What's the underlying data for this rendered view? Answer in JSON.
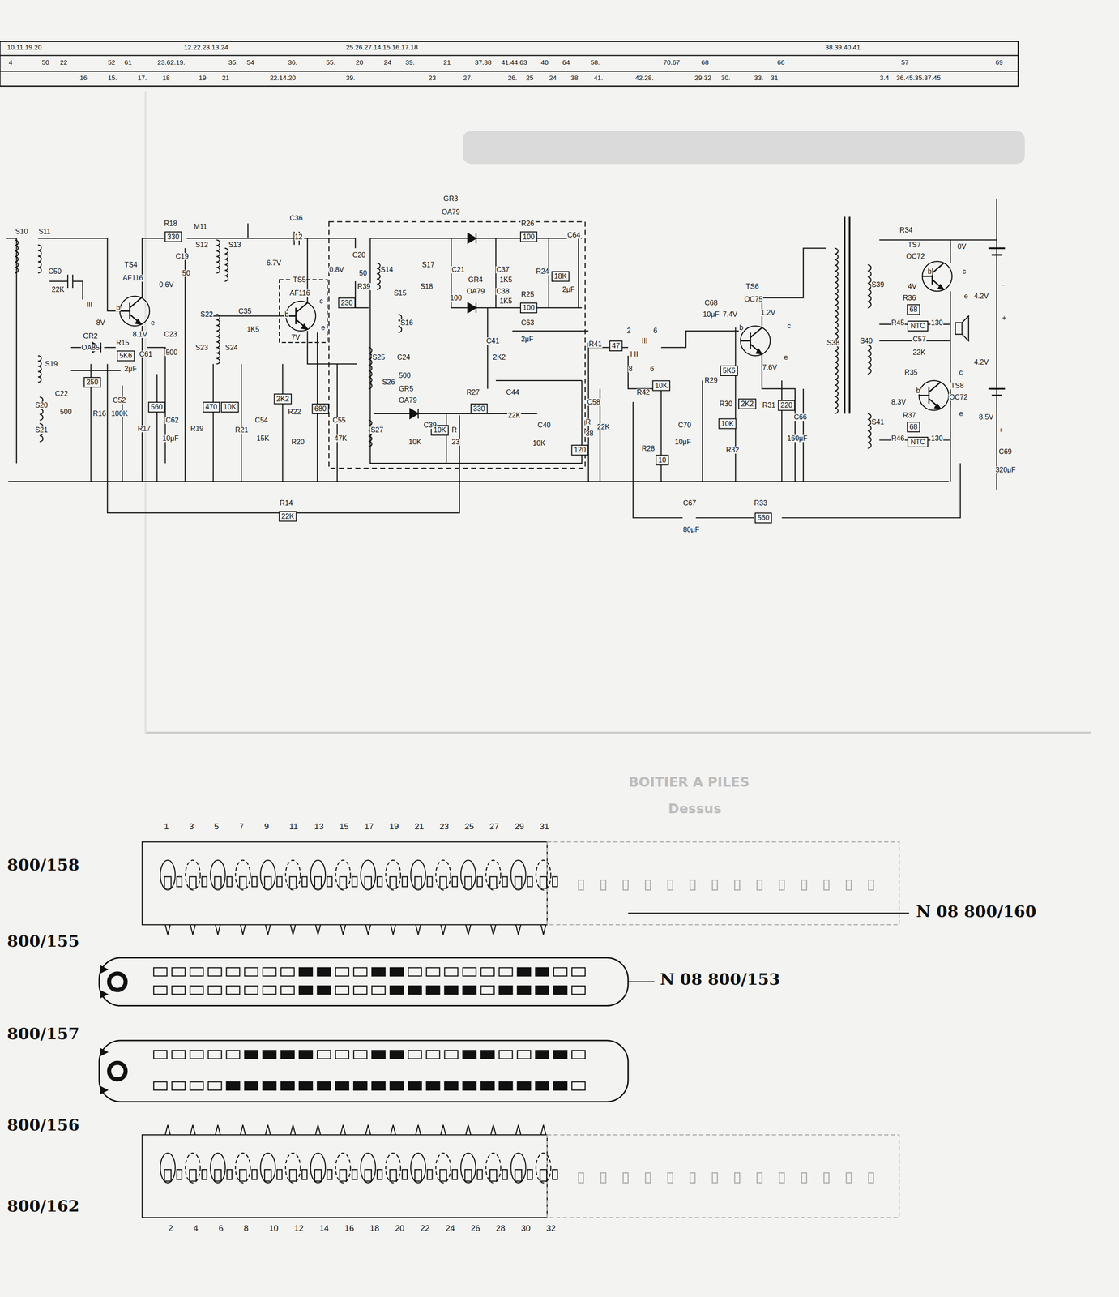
{
  "diagram": {
    "nodes": [
      {
        "text": [
          "NTC"
        ]
      },
      {
        "text": [
          "NTC"
        ]
      }
    ],
    "labels": [
      "10.11.19.20",
      "12.22.23.13.24",
      "25.26.27.14.15.16.17.18",
      "38.39.40.41",
      "4",
      "50",
      "22",
      "52",
      "61",
      "23.62.19.",
      "35.",
      "54",
      "36.",
      "55.",
      "20",
      "24",
      "39.",
      "21",
      "37.38",
      "41.44.63",
      "40",
      "64",
      "58.",
      "70.67",
      "68",
      "66",
      "57",
      "69",
      "16",
      "15.",
      "17.",
      "18",
      "19",
      "21",
      "22.14.20",
      "39.",
      "23",
      "27.",
      "26.",
      "25",
      "24",
      "38",
      "41.",
      "42.28.",
      "29.32",
      "30.",
      "33.",
      "31",
      "3.4",
      "36.45.35.37.45",
      "S10",
      "S11",
      "C50",
      "22K",
      "III",
      "TS4",
      "AF116",
      "0.6V",
      "b",
      "e",
      "8V",
      "8.1V",
      "GR2",
      "OA85",
      "R15",
      "5K6",
      "C61",
      "2μF",
      "S19",
      "C22",
      "500",
      "S20",
      "S21",
      "250",
      "R16",
      "C52",
      "100K",
      "R17",
      "560",
      "R18",
      "330",
      "M11",
      "S12",
      "C19",
      "50",
      "S13",
      "S22",
      "C23",
      "500",
      "S23",
      "S24",
      "C35",
      "1K5",
      "C62",
      "10μF",
      "R19",
      "470",
      "10K",
      "R21",
      "C54",
      "15K",
      "2K2",
      "R22",
      "R20",
      "680",
      "C55",
      "47K",
      "C36",
      "12",
      "6.7V",
      "TS5",
      "AF116",
      "0.8V",
      "c",
      "b",
      "e",
      "7V",
      "R39",
      "230",
      "GR3",
      "OA79",
      "C20",
      "50",
      "S14",
      "S17",
      "S15",
      "S18",
      "S16",
      "C21",
      "100",
      "GR4",
      "OA79",
      "C37",
      "1K5",
      "C38",
      "1K5",
      "R26",
      "100",
      "C64",
      "R24",
      "18K",
      "2μF",
      "R25",
      "100",
      "C41",
      "2K2",
      "C63",
      "2μF",
      "S25",
      "C24",
      "500",
      "S26",
      "GR5",
      "OA79",
      "C39",
      "10K",
      "10K",
      "R",
      "23",
      "S27",
      "R27",
      "330",
      "C44",
      "22K",
      "C40",
      "10K",
      "R",
      "38",
      "120",
      "R41",
      "47",
      "2",
      "6",
      "III",
      "I II",
      "8",
      "6",
      "C58",
      "22K",
      "R42",
      "10K",
      "R28",
      "10",
      "C68",
      "10μF",
      "7.4V",
      "TS6",
      "OC75",
      "1.2V",
      "b",
      "c",
      "e",
      "7.6V",
      "R29",
      "5K6",
      "C70",
      "10μF",
      "R30",
      "10K",
      "2K2",
      "R32",
      "R31",
      "220",
      "C66",
      "160μF",
      "S38",
      "C67",
      "80μF",
      "R33",
      "560",
      "R14",
      "22K",
      "TS7",
      "OC72",
      "0V",
      "b",
      "c",
      "e",
      "4V",
      "S39",
      "R34",
      "R36",
      "68",
      "4.2V",
      "R45",
      "130",
      "S40",
      "C57",
      "22K",
      "4.2V",
      "R35",
      "TS8",
      "OC72",
      "b",
      "c",
      "8.3V",
      "e",
      "S41",
      "R37",
      "68",
      "R46",
      "130",
      "8.5V",
      "C69",
      "320μF",
      "-",
      "+",
      "+",
      "1",
      "3",
      "5",
      "7",
      "9",
      "11",
      "13",
      "15",
      "17",
      "19",
      "21",
      "23",
      "25",
      "27",
      "29",
      "31",
      "2",
      "4",
      "6",
      "8",
      "10",
      "12",
      "14",
      "16",
      "18",
      "20",
      "22",
      "24",
      "26",
      "28",
      "30",
      "32",
      "800/158",
      "N 08 800/160",
      "800/155",
      "N 08 800/153",
      "800/157",
      "800/156",
      "800/162",
      "BOITIER A PILES",
      "Dessus"
    ]
  }
}
